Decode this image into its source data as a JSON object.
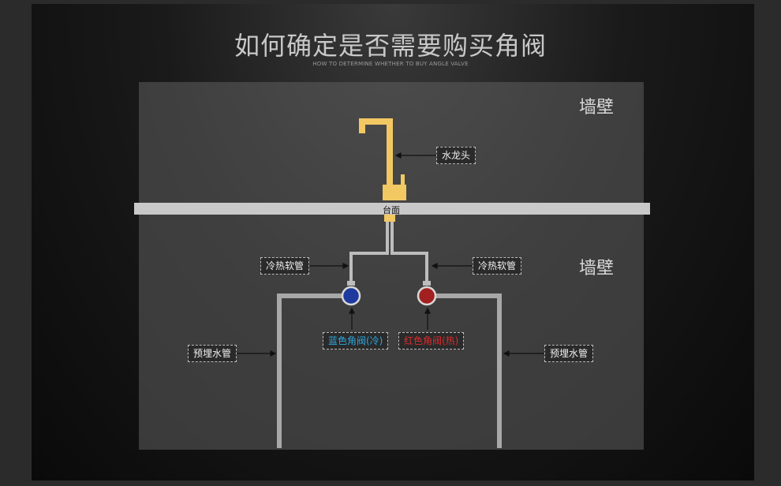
{
  "title": "如何确定是否需要购买角阀",
  "subtitle": "HOW TO DETERMINE WHETHER TO BUY ANGLE VALVE",
  "labels": {
    "wall_top": "墙壁",
    "wall_mid": "墙壁",
    "faucet": "水龙头",
    "countertop": "台面",
    "hose_left": "冷热软管",
    "hose_right": "冷热软管",
    "valve_cold": "蓝色角阀(冷)",
    "valve_hot": "红色角阀(热)",
    "pipe_left": "预埋水管",
    "pipe_right": "预埋水管"
  },
  "colors": {
    "faucet": "#f2c862",
    "valve_cold": "#1e3a9e",
    "valve_hot": "#a32020",
    "valve_cold_text": "#2aa8e0",
    "valve_hot_text": "#e02a2a",
    "pipe": "#a8a8a8"
  }
}
